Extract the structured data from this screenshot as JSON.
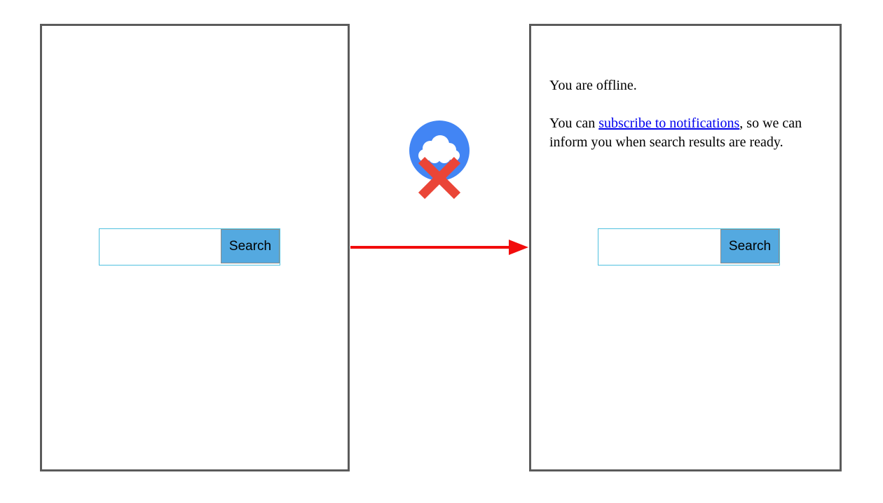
{
  "colors": {
    "panel_border": "#5b5b5b",
    "input_border": "#4fc1df",
    "button_bg": "#54a9e0",
    "button_border": "#8b8b8b",
    "icon_circle_blue": "#4285f4",
    "icon_x_red": "#ea4537",
    "arrow_red": "#f20c0c",
    "link_blue": "#0000ee"
  },
  "left_panel": {
    "search": {
      "input_value": "",
      "button_label": "Search"
    }
  },
  "right_panel": {
    "message_line1": "You are offline.",
    "message_para2_prefix": "You can ",
    "message_link": "subscribe to notifications",
    "message_para2_suffix": ", so we can inform you when search results are ready.",
    "search": {
      "input_value": "",
      "button_label": "Search"
    }
  },
  "offline_icon": {
    "meaning": "offline / no connection (cloud with red cross)"
  }
}
